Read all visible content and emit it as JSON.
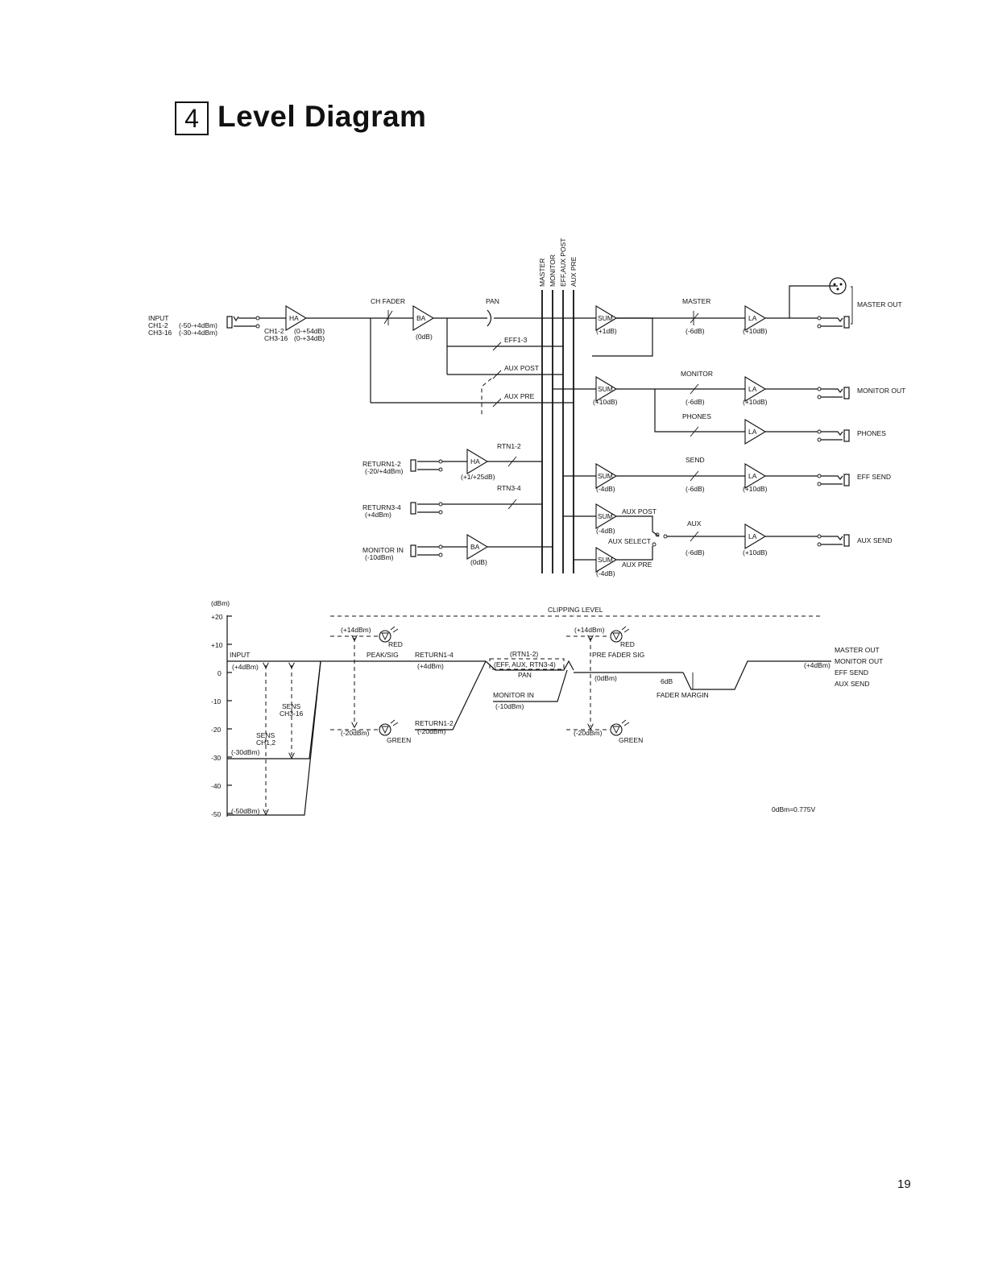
{
  "header": {
    "section_number": "4",
    "title": "Level Diagram"
  },
  "page_number": "19",
  "block": {
    "buses": [
      "MASTER",
      "MONITOR",
      "EFF,AUX POST",
      "AUX PRE"
    ],
    "input": {
      "label": "INPUT",
      "ch12": "CH1-2",
      "ch12_range": "(-50-+4dBm)",
      "ch316": "CH3-16",
      "ch316_range": "(-30-+4dBm)"
    },
    "ha_gain": {
      "ch12": "CH1-2",
      "ch12_val": "(0-+54dB)",
      "ch316": "CH3-16",
      "ch316_val": "(0-+34dB)"
    },
    "amps": {
      "ha": "HA",
      "ba": "BA",
      "sum": "SUM",
      "la": "LA"
    },
    "ch_fader": "CH FADER",
    "pan": "PAN",
    "ba_gain": "(0dB)",
    "eff13": "EFF1-3",
    "aux_post": "AUX POST",
    "aux_pre": "AUX PRE",
    "master_sum_gain": "(+1dB)",
    "master_label": "MASTER",
    "master_fader_gain": "(-6dB)",
    "master_la_gain": "(+10dB)",
    "master_out": "MASTER OUT",
    "monitor_label": "MONITOR",
    "monitor_sum_gain": "(+10dB)",
    "monitor_fader_gain": "(-6dB)",
    "monitor_la_gain": "(+10dB)",
    "monitor_out": "MONITOR OUT",
    "phones_label": "PHONES",
    "phones_out": "PHONES",
    "send_label": "SEND",
    "eff_sum_gain": "(-4dB)",
    "send_fader_gain": "(-6dB)",
    "send_la_gain": "(+10dB)",
    "eff_send": "EFF SEND",
    "aux_label": "AUX",
    "aux_post_sum_gain": "(-4dB)",
    "aux_select": "AUX SELECT",
    "aux_pre_sum_gain": "(-4dB)",
    "aux_fader_gain": "(-6dB)",
    "aux_la_gain": "(+10dB)",
    "aux_send": "AUX SEND",
    "rtn12": "RTN1-2",
    "rtn34": "RTN3-4",
    "return12": "RETURN1-2",
    "return12_level": "(-20/+4dBm)",
    "return_ha_gain": "(+1/+25dB)",
    "return34": "RETURN3-4",
    "return34_level": "(+4dBm)",
    "monitor_in": "MONITOR IN",
    "monitor_in_level": "(-10dBm)",
    "monitor_ba_gain": "(0dB)"
  },
  "level_chart": {
    "unit": "(dBm)",
    "ticks": [
      "+20",
      "+10",
      "0",
      "-10",
      "-20",
      "-30",
      "-40",
      "-50"
    ],
    "clipping_level": "CLIPPING LEVEL",
    "input": "INPUT",
    "input_level": "(+4dBm)",
    "level_m30": "(-30dBm)",
    "level_m50": "(-50dBm)",
    "sens_ch12": "SENS",
    "sens_ch12_sub": "CH1,2",
    "sens_ch316": "SENS",
    "sens_ch316_sub": "CH3-16",
    "peak_plus14": "(+14dBm)",
    "red": "RED",
    "peak_sig": "PEAK/SIG",
    "peak_minus20": "(-20dBm)",
    "green": "GREEN",
    "return14": "RETURN1-4",
    "return14_level": "(+4dBm)",
    "return12": "RETURN1-2",
    "return12_level": "(-20dBm)",
    "rtn12": "(RTN1-2)",
    "eff_aux_rtn34": "(EFF, AUX, RTN3-4)",
    "pan": "PAN",
    "monitor_in": "MONITOR IN",
    "monitor_in_level": "(-10dBm)",
    "pre_fader_plus14": "(+14dBm)",
    "pre_fader_red": "RED",
    "pre_fader_sig": "PRE FADER SIG",
    "zero_dbm": "(0dBm)",
    "pre_fader_minus20": "(-20dBm)",
    "pre_fader_green": "GREEN",
    "six_db": "6dB",
    "fader_margin": "FADER MARGIN",
    "out_level": "(+4dBm)",
    "outputs": [
      "MASTER OUT",
      "MONITOR OUT",
      "EFF SEND",
      "AUX SEND"
    ],
    "reference": "0dBm=0.775V"
  }
}
